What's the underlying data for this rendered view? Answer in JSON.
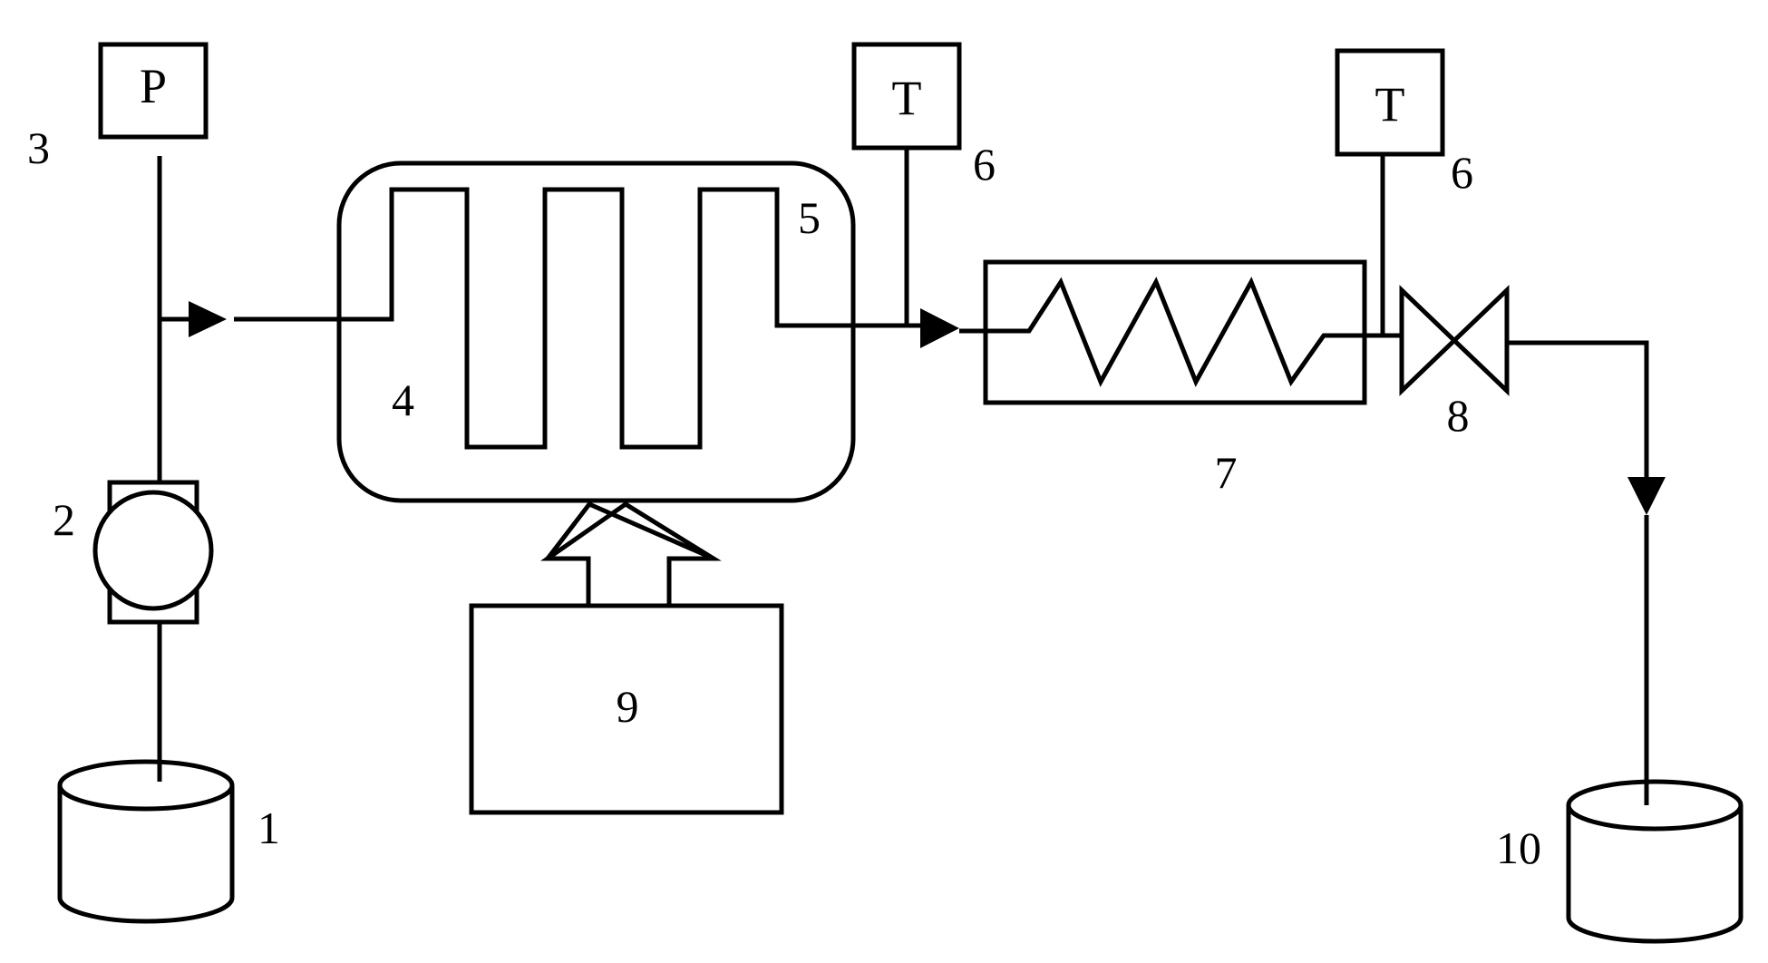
{
  "components": {
    "feed_tank": {
      "number": "1"
    },
    "pump": {
      "number": "2"
    },
    "pressure_gauge": {
      "number": "3",
      "symbol": "P"
    },
    "preheater": {
      "number": "4"
    },
    "reactor_coil": {
      "number": "5"
    },
    "thermocouple_1": {
      "number": "6",
      "symbol": "T"
    },
    "thermocouple_2": {
      "number": "6",
      "symbol": "T"
    },
    "cooler": {
      "number": "7"
    },
    "valve": {
      "number": "8"
    },
    "heater": {
      "number": "9"
    },
    "product_tank": {
      "number": "10"
    }
  }
}
